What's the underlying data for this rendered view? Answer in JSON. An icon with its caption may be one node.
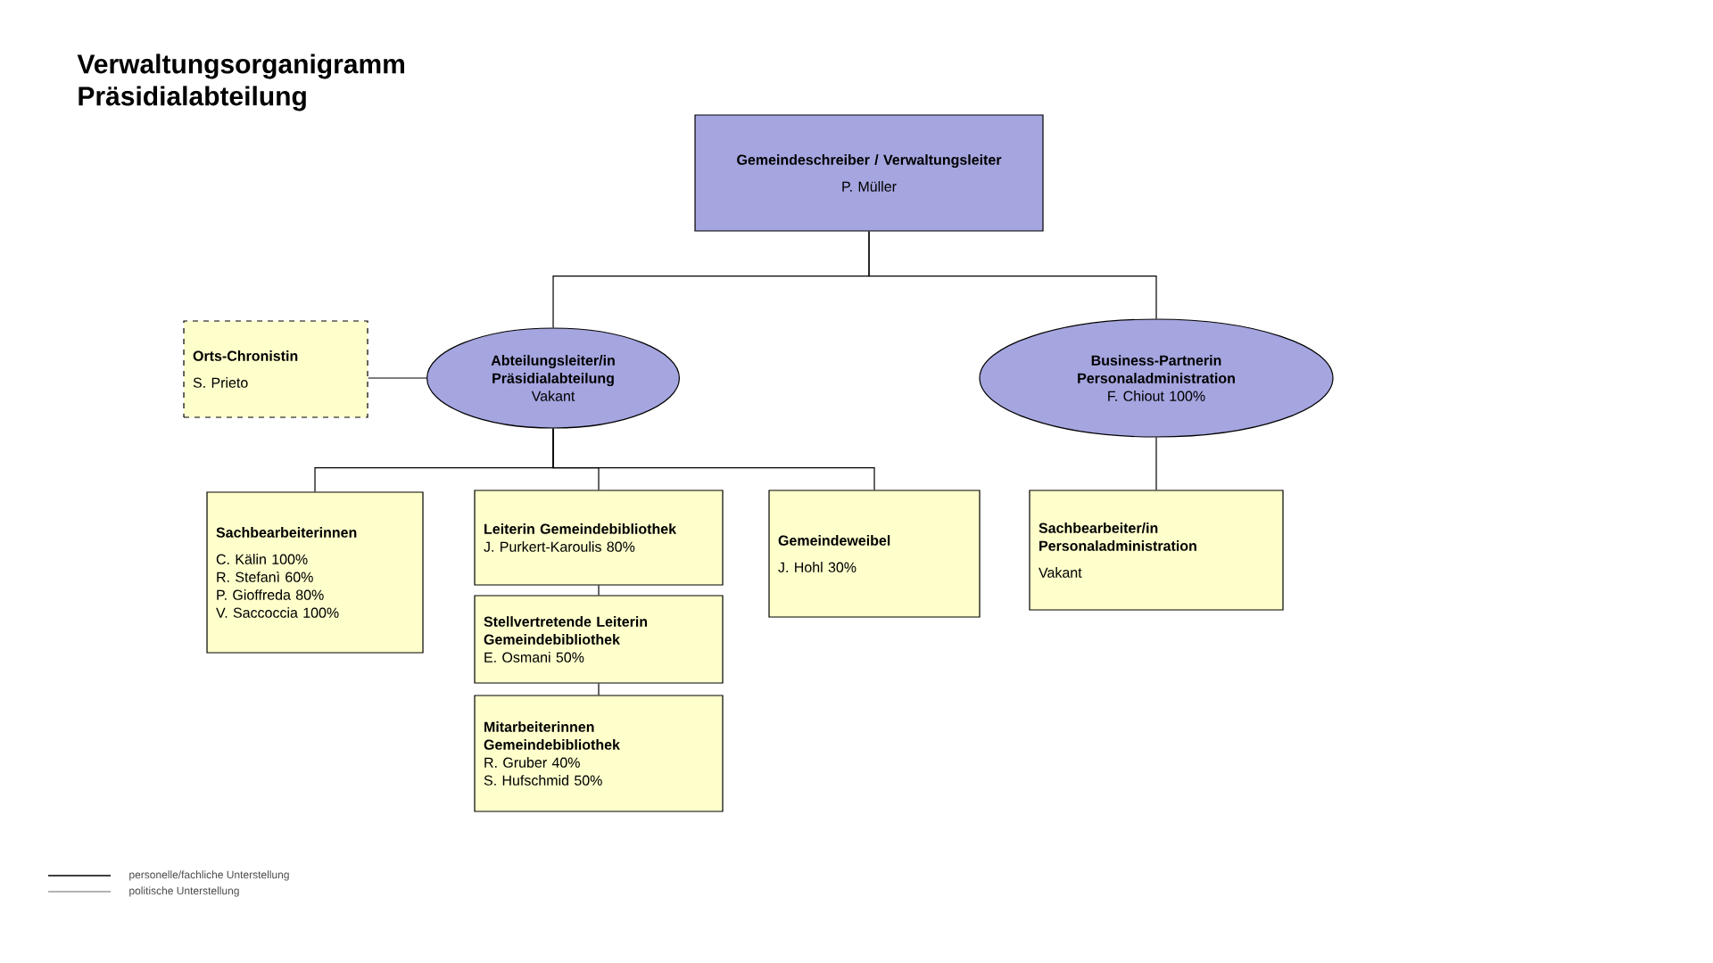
{
  "diagram": {
    "title": "Verwaltungsorganigramm Präsidialabteilung",
    "nodes": [
      {
        "text": [
          "Gemeindeschreiber / Verwaltungsleiter",
          "P. Müller"
        ]
      },
      {
        "text": [
          "Orts-Chronistin",
          "S. Prieto"
        ]
      },
      {
        "text": [
          "Abteilungsleiter/in Präsidialabteilung",
          "Vakant"
        ]
      },
      {
        "text": [
          "Business-Partnerin Personaladministration",
          "F. Chiout 100%"
        ]
      },
      {
        "text": [
          "Sachbearbeiterinnen",
          "C. Kälin 100%",
          "R. Stefanì 60%",
          "P. Gioffreda 80%",
          "V. Saccoccia 100%"
        ]
      },
      {
        "text": [
          "Leiterin Gemeindebibliothek",
          "J. Purkert-Karoulis 80%"
        ]
      },
      {
        "text": [
          "Stellvertretende Leiterin Gemeindebibliothek",
          "E. Osmani 50%"
        ]
      },
      {
        "text": [
          "Mitarbeiterinnen Gemeindebibliothek",
          "R. Gruber 40%",
          "S. Hufschmid 50%"
        ]
      },
      {
        "text": [
          "Gemeindeweibel",
          "J. Hohl 30%"
        ]
      },
      {
        "text": [
          "Sachbearbeiter/in Personaladministration",
          "Vakant"
        ]
      }
    ],
    "edges": [
      {
        "from": 0,
        "to": 2,
        "arrow": "none"
      },
      {
        "from": 0,
        "to": 3,
        "arrow": "none"
      },
      {
        "from": 2,
        "to": 1,
        "arrow": "none"
      },
      {
        "from": 2,
        "to": 4,
        "arrow": "none"
      },
      {
        "from": 2,
        "to": 5,
        "arrow": "none"
      },
      {
        "from": 2,
        "to": 8,
        "arrow": "none"
      },
      {
        "from": 3,
        "to": 9,
        "arrow": "none"
      },
      {
        "from": 5,
        "to": 6,
        "arrow": "none"
      },
      {
        "from": 6,
        "to": 7,
        "arrow": "none"
      }
    ],
    "legend": [
      {
        "text": "personelle/fachliche Unterstellung"
      },
      {
        "text": "politische Unterstellung"
      }
    ]
  }
}
